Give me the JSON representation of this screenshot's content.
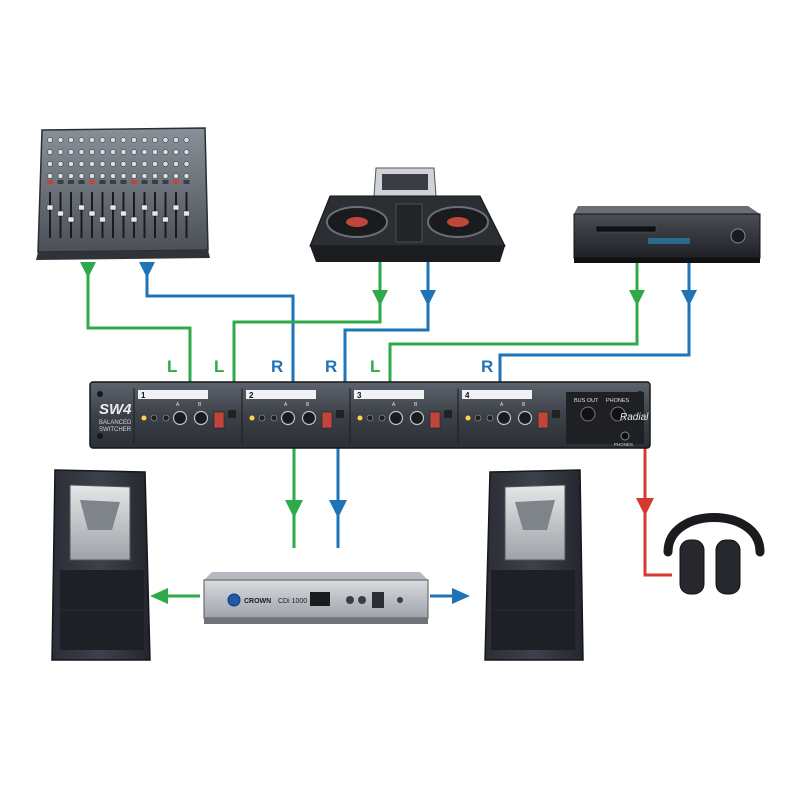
{
  "colors": {
    "left": "#2eaa4a",
    "right": "#1f73b7",
    "phones": "#d63a2f"
  },
  "labels": {
    "l": "L",
    "r": "R"
  },
  "switcher": {
    "model": "SW4",
    "subtitle1": "BALANCED",
    "subtitle2": "SWITCHER",
    "channels": [
      "1",
      "2",
      "3",
      "4"
    ],
    "ch_ab": [
      "A",
      "B"
    ],
    "bus_out": "BUS OUT",
    "phones": "PHONES",
    "brand": "Radial",
    "phones_jack": "PHONES"
  },
  "amplifier": {
    "brand": "CROWN",
    "model": "CDi 1000"
  },
  "icons": [
    "mixer-device",
    "dj-controller-device",
    "dvd-player-device",
    "balanced-switcher-device",
    "amplifier-device",
    "speaker-device",
    "headphones-device"
  ]
}
